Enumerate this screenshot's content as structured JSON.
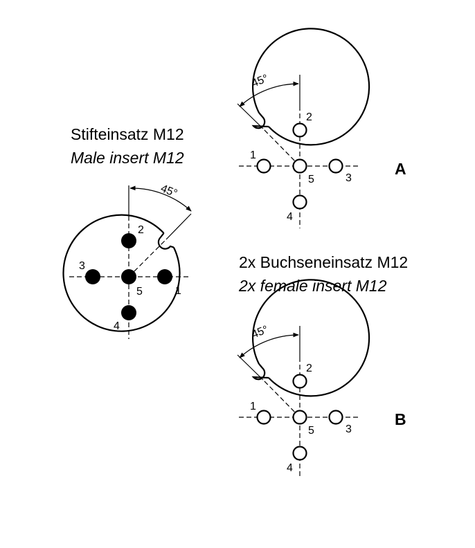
{
  "male": {
    "title_de": "Stifteinsatz M12",
    "title_en": "Male insert M12",
    "angle": "45°",
    "pins": {
      "p1": "1",
      "p2": "2",
      "p3": "3",
      "p4": "4",
      "p5": "5"
    }
  },
  "female_title_de": "2x Buchseneinsatz M12",
  "female_title_en": "2x female insert M12",
  "female_a": {
    "letter": "A",
    "angle": "45°",
    "pins": {
      "p1": "1",
      "p2": "2",
      "p3": "3",
      "p4": "4",
      "p5": "5"
    }
  },
  "female_b": {
    "letter": "B",
    "angle": "45°",
    "pins": {
      "p1": "1",
      "p2": "2",
      "p3": "3",
      "p4": "4",
      "p5": "5"
    }
  }
}
